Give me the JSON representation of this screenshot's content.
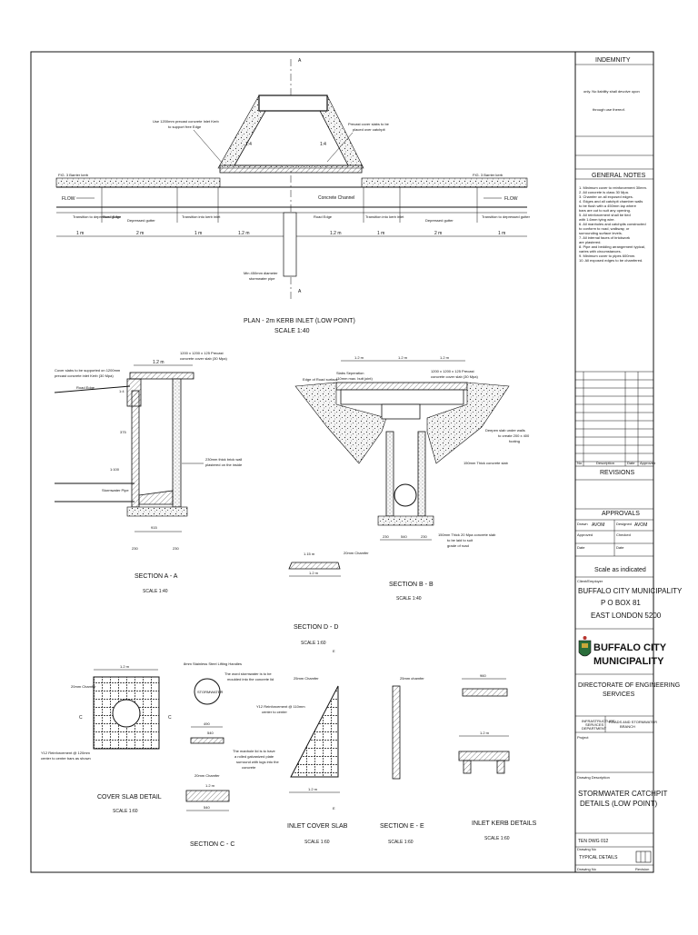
{
  "plan": {
    "title": "PLAN - 2m KERB INLET (LOW POINT)",
    "scale": "SCALE 1:40",
    "marker_top": "A",
    "marker_bottom": "A",
    "note_left": [
      "Use 1200mm precast concrete Inlet Kerb",
      "to support free Edge"
    ],
    "note_right": [
      "Precast cover slabs to be",
      "placed over catchpit"
    ],
    "slope_left": "1:4",
    "slope_right": "1:4",
    "kerb_left": "FIG. 3 Barrier kerb",
    "kerb_right": "FIG. 3 Barrier kerb",
    "flow_left": "FLOW",
    "flow_right": "FLOW",
    "channel": "Concrete Channel",
    "labels": [
      "Transition to depressed gutter",
      "Road Edge",
      "Depressed gutter",
      "Transition into kerb inlet",
      "Road Edge",
      "Transition into kerb inlet",
      "Depressed gutter",
      "Transition to depressed gutter"
    ],
    "dims": [
      "1 m",
      "2 m",
      "1 m",
      "1.2 m",
      "1.2 m",
      "1 m",
      "2 m",
      "1 m"
    ],
    "pipe_note": [
      "Min 450mm diameter",
      "stormwater pipe"
    ]
  },
  "section_aa": {
    "title": "SECTION A - A",
    "scale": "SCALE 1:40",
    "note_cover": [
      "Cover slabs to be supported on 1200mm",
      "precast concrete inlet Kerb (30 Mpa)"
    ],
    "note_precast": [
      "1200 x 1200 x 125 Precast",
      "concrete cover slab (30 Mpa)"
    ],
    "top_dim": "1.2 m",
    "road_edge": "Road Edge",
    "slope": "1:4",
    "dim_side": "375",
    "pipe_label": "Stormwater Pipe",
    "fall": "1:100",
    "wall_note": [
      "230mm thick brick wall",
      "plastered on the inside"
    ],
    "bottom_dim": "915",
    "foot_dims": [
      "230",
      "230"
    ]
  },
  "section_bb": {
    "title": "SECTION B - B",
    "scale": "SCALE 1:40",
    "top_dims": [
      "1.2 m",
      "1.2 m",
      "1.2 m"
    ],
    "note_slab": [
      "Slabs Seperation",
      "(10mm max. butt joint)"
    ],
    "note_precast": [
      "1200 x 1200 x 125 Precast",
      "concrete cover slab (30 Mpa)"
    ],
    "road_surface": "Edge of Road surface",
    "deepen": [
      "Deepen slab under walls",
      "to create 200 x 400",
      "footing"
    ],
    "concrete_slab": "150mm Thick concrete slab",
    "base_note": [
      "150mm Thick 20 Mpa concrete slab",
      "to be laid to suit",
      "grade of road"
    ],
    "bottom_dims": [
      "230",
      "540",
      "230"
    ]
  },
  "section_dd": {
    "title": "SECTION D - D",
    "scale": "SCALE 1:60",
    "dim_top": "1.15 m",
    "chamfer": "20mm Chamfer",
    "dim_bottom": "1.2 m"
  },
  "cover_slab": {
    "title": "COVER SLAB DETAIL",
    "scale": "SCALE 1:60",
    "dim_top": "1.2 m",
    "chamfer": "20mm Chamfer",
    "reinf": [
      "Y12 Reinforcement @ 120mm",
      "center to center bars as shown"
    ],
    "mark": "C"
  },
  "handles": {
    "handles_note": "8mm Stainless Steel Lifting Handles",
    "word_note": [
      "The word stormwater is to be",
      "moulded into the concrete lid"
    ],
    "word": "STORMWATER",
    "lid_note": [
      "The manhole lid is to have",
      "a rolled galvanized plate",
      "surround with lugs into the",
      "concrete"
    ]
  },
  "section_cc": {
    "title": "SECTION C - C",
    "dim_a": "490",
    "dim_b": "540",
    "chamfer": "20mm Chamfer",
    "dim_c": "1.2 m",
    "dim_d": "540"
  },
  "inlet_cover": {
    "title": "INLET COVER SLAB",
    "scale": "SCALE 1:60",
    "chamfer": "25mm Chamfer",
    "reinf": [
      "Y12 Reinforcement @ 110mm",
      "center to center"
    ],
    "dim_bottom": "1.2 m",
    "mark": "E"
  },
  "section_ee": {
    "title": "SECTION E - E",
    "scale": "SCALE 1:60",
    "chamfer": "25mm chamfer"
  },
  "inlet_kerb": {
    "title": "INLET KERB DETAILS",
    "scale": "SCALE 1:60",
    "dim_top": "960",
    "dim_mid": "1.2 m"
  },
  "title_block": {
    "indemnity_head": "INDEMNITY",
    "indemnity_text": [
      "only. No liability shall devolve upon",
      "through use thereof."
    ],
    "notes_head": "GENERAL NOTES",
    "notes": [
      "1.  Minimum cover to reinforcement 30mm.",
      "2.  All concrete is class 30 Mpa.",
      "3.  Chamfer on all exposed edges.",
      "4.  Edges and all catchpit chamber walls",
      "     to be flush with a 450mm lap where",
      "     bars are cut to suit any opening.",
      "5.  All reinforcement shall be tied",
      "     with 1.6mm tying wire.",
      "6.  All manholes and catchpits constructed",
      "     to conform to road, walkway, or",
      "     surrounding surface levels.",
      "7.  All internal faces of brickwork",
      "     are plastered.",
      "8.  Pipe and bedding arrangement typical,",
      "     varies with circumstances.",
      "9.  Minimum cover to pipes 600mm.",
      "10. All exposed edges to be chamfered."
    ],
    "rev_cols": [
      "No",
      "Description",
      "Date",
      "Approved"
    ],
    "revisions_head": "REVISIONS",
    "approvals_head": "APPROVALS",
    "approvals": [
      {
        "label": "Drawn",
        "value": "AVOM",
        "label2": "Designed",
        "value2": "AVOM"
      },
      {
        "label": "Approved",
        "value": "",
        "label2": "Checked",
        "value2": ""
      },
      {
        "label": "Date",
        "value": "",
        "label2": "Date",
        "value2": ""
      }
    ],
    "scale_line": "Scale as indicated",
    "client_label": "Client/Employer",
    "client": [
      "BUFFALO CITY MUNICIPALITY",
      "P O BOX 81",
      "EAST LONDON 5200"
    ],
    "logo_text": [
      "BUFFALO CITY",
      "MUNICIPALITY"
    ],
    "directorate": [
      "DIRECTORATE OF ENGINEERING",
      "SERVICES"
    ],
    "dept_left": [
      "INFRASTRUCTURE",
      "SERVICES",
      "DEPARTMENT"
    ],
    "dept_right": [
      "ROADS AND STORMWATER",
      "BRANCH"
    ],
    "project_label": "Project",
    "drawing_label": "Drawing Description",
    "drawing_title": [
      "STORMWATER CATCHPIT",
      "DETAILS (LOW POINT)"
    ],
    "ref": "TEN DWG 012",
    "type_label": "Drawing No",
    "type": "TYPICAL DETAILS",
    "footer_left": "Drawing No",
    "footer_right": "Revision"
  }
}
